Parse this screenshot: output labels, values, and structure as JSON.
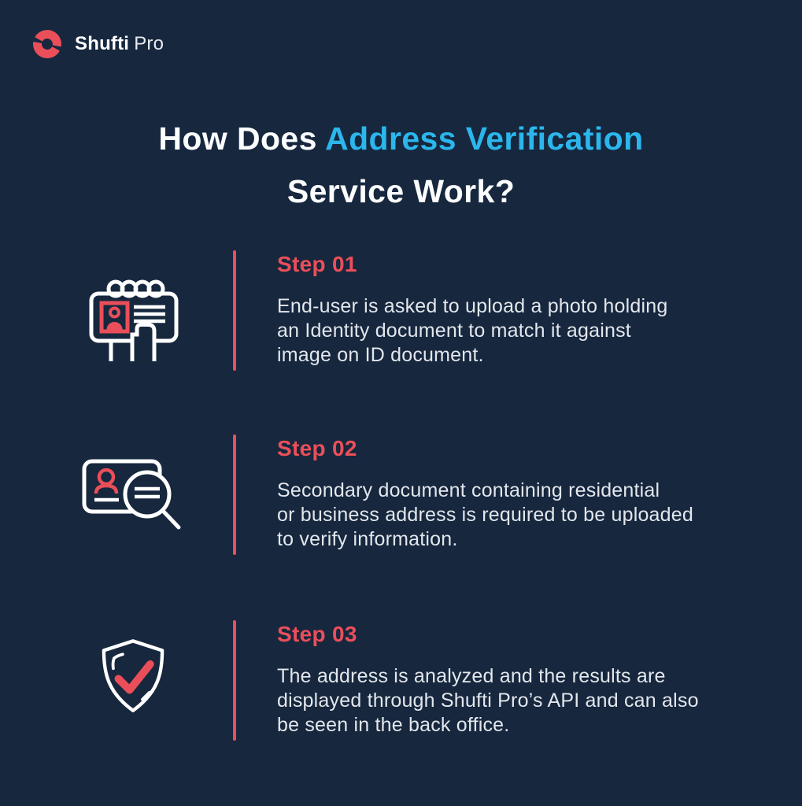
{
  "brand": {
    "logo_icon": "shufti-ring-icon",
    "name_primary": "Shufti",
    "name_secondary": "Pro"
  },
  "title": {
    "line1_prefix": "How Does ",
    "line1_highlight": "Address Verification",
    "line2": "Service Work?"
  },
  "steps": [
    {
      "icon": "id-card-hand-icon",
      "label": "Step 01",
      "lines": [
        "End-user is asked to upload a photo holding",
        "an Identity document to match it against",
        "image on ID document."
      ]
    },
    {
      "icon": "id-card-magnifier-icon",
      "label": "Step 02",
      "lines": [
        "Secondary document containing residential",
        "or business address is required to be uploaded",
        "to verify information."
      ]
    },
    {
      "icon": "shield-check-icon",
      "label": "Step 03",
      "lines": [
        "The address is analyzed and the results are",
        "displayed through Shufti Pro’s API and can also",
        "be seen in the back office."
      ]
    }
  ],
  "colors": {
    "background": "#16273E",
    "accent_red": "#EA4F59",
    "accent_cyan": "#2BB6EC",
    "title_white": "#FCFDFE",
    "body_text": "#E3E7EC"
  }
}
